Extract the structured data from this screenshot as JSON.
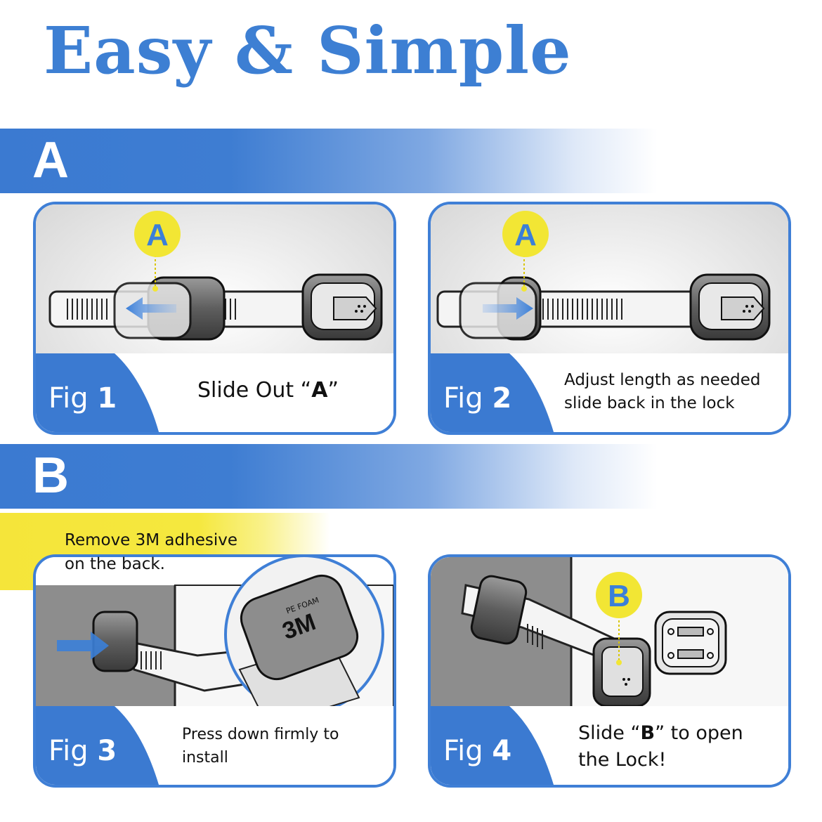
{
  "title": "Easy & Simple",
  "sections": [
    {
      "letter": "A"
    },
    {
      "letter": "B"
    }
  ],
  "figures": [
    {
      "fig_label": "Fig",
      "fig_number": "1",
      "text_pre": "Slide Out “",
      "text_bold": "A",
      "text_post": "”",
      "marker": "A"
    },
    {
      "fig_label": "Fig",
      "fig_number": "2",
      "line1": "Adjust length as needed",
      "line2": "slide back in the lock",
      "marker": "A"
    },
    {
      "fig_label": "Fig",
      "fig_number": "3",
      "line1": "Press down firmly to",
      "line2": "install",
      "adhesive_brand": "3M",
      "foam_text": "PE FOAM"
    },
    {
      "fig_label": "Fig",
      "fig_number": "4",
      "line1_pre": "Slide “",
      "line1_bold": "B",
      "line1_post": "” to open",
      "line2": "the Lock!",
      "marker": "B"
    }
  ],
  "note": {
    "line1": "Remove 3M adhesive",
    "line2": "on the back."
  },
  "colors": {
    "brand_blue": "#3d7fd3",
    "marker_yellow": "#f2e634",
    "note_yellow": "#f5e53a"
  }
}
